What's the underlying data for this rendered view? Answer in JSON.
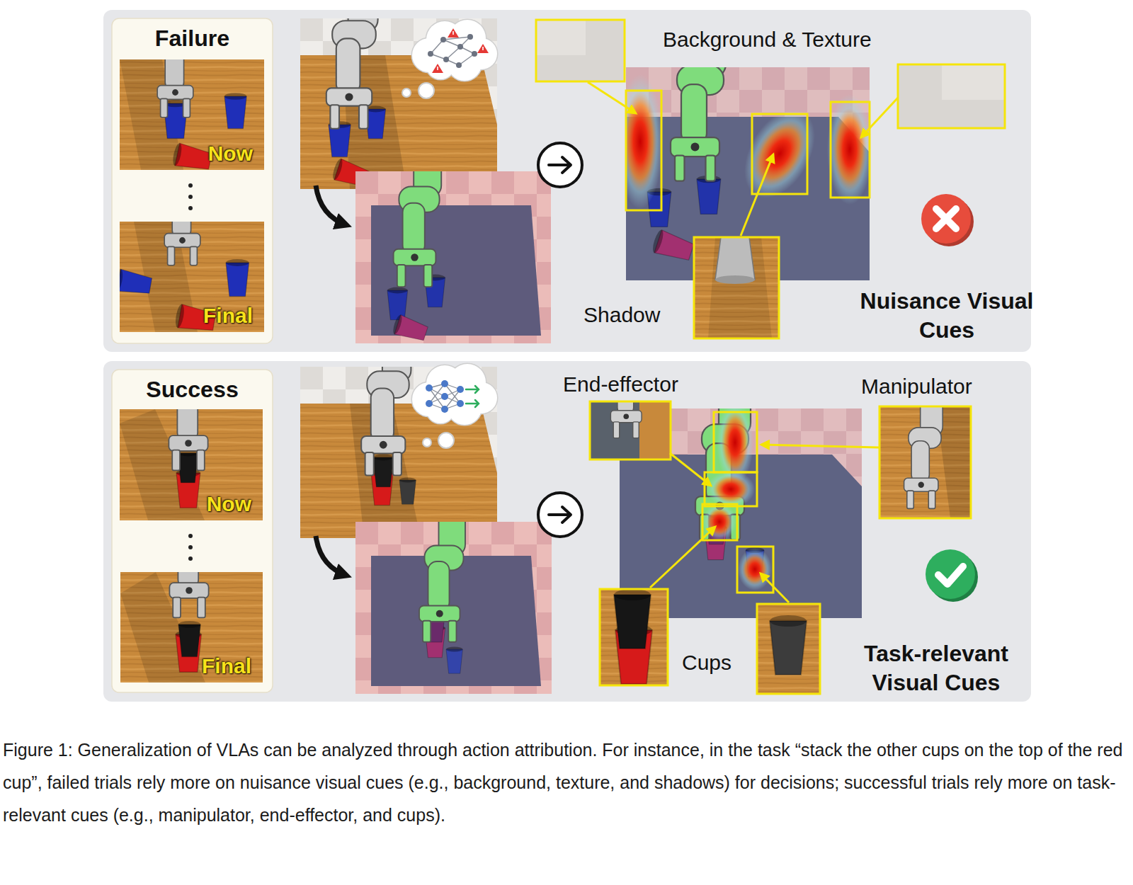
{
  "diagram": {
    "caption": "Figure 1: Generalization of VLAs can be analyzed through action attribution. For instance, in the task “stack the other cups on the top of the red cup”, failed trials rely more on nuisance visual cues (e.g., background, texture, and shadows) for decisions; successful trials rely more on task-relevant cues (e.g., manipulator, end-effector, and cups).",
    "nodes": [
      {
        "text": [
          "Nuisance Visual Cues"
        ]
      },
      {
        "text": [
          "Failure"
        ],
        "in": 0
      },
      {
        "text": [
          "Now"
        ],
        "in": 1
      },
      {
        "text": [
          "Final"
        ],
        "in": 1
      },
      {
        "text": [
          "Task-relevant Visual Cues"
        ]
      },
      {
        "text": [
          "Success"
        ],
        "in": 4
      },
      {
        "text": [
          "Now"
        ],
        "in": 5
      },
      {
        "text": [
          "Final"
        ],
        "in": 5
      }
    ],
    "labels": [
      "Background & Texture",
      "Shadow",
      "End-effector",
      "Manipulator",
      "Cups"
    ]
  }
}
